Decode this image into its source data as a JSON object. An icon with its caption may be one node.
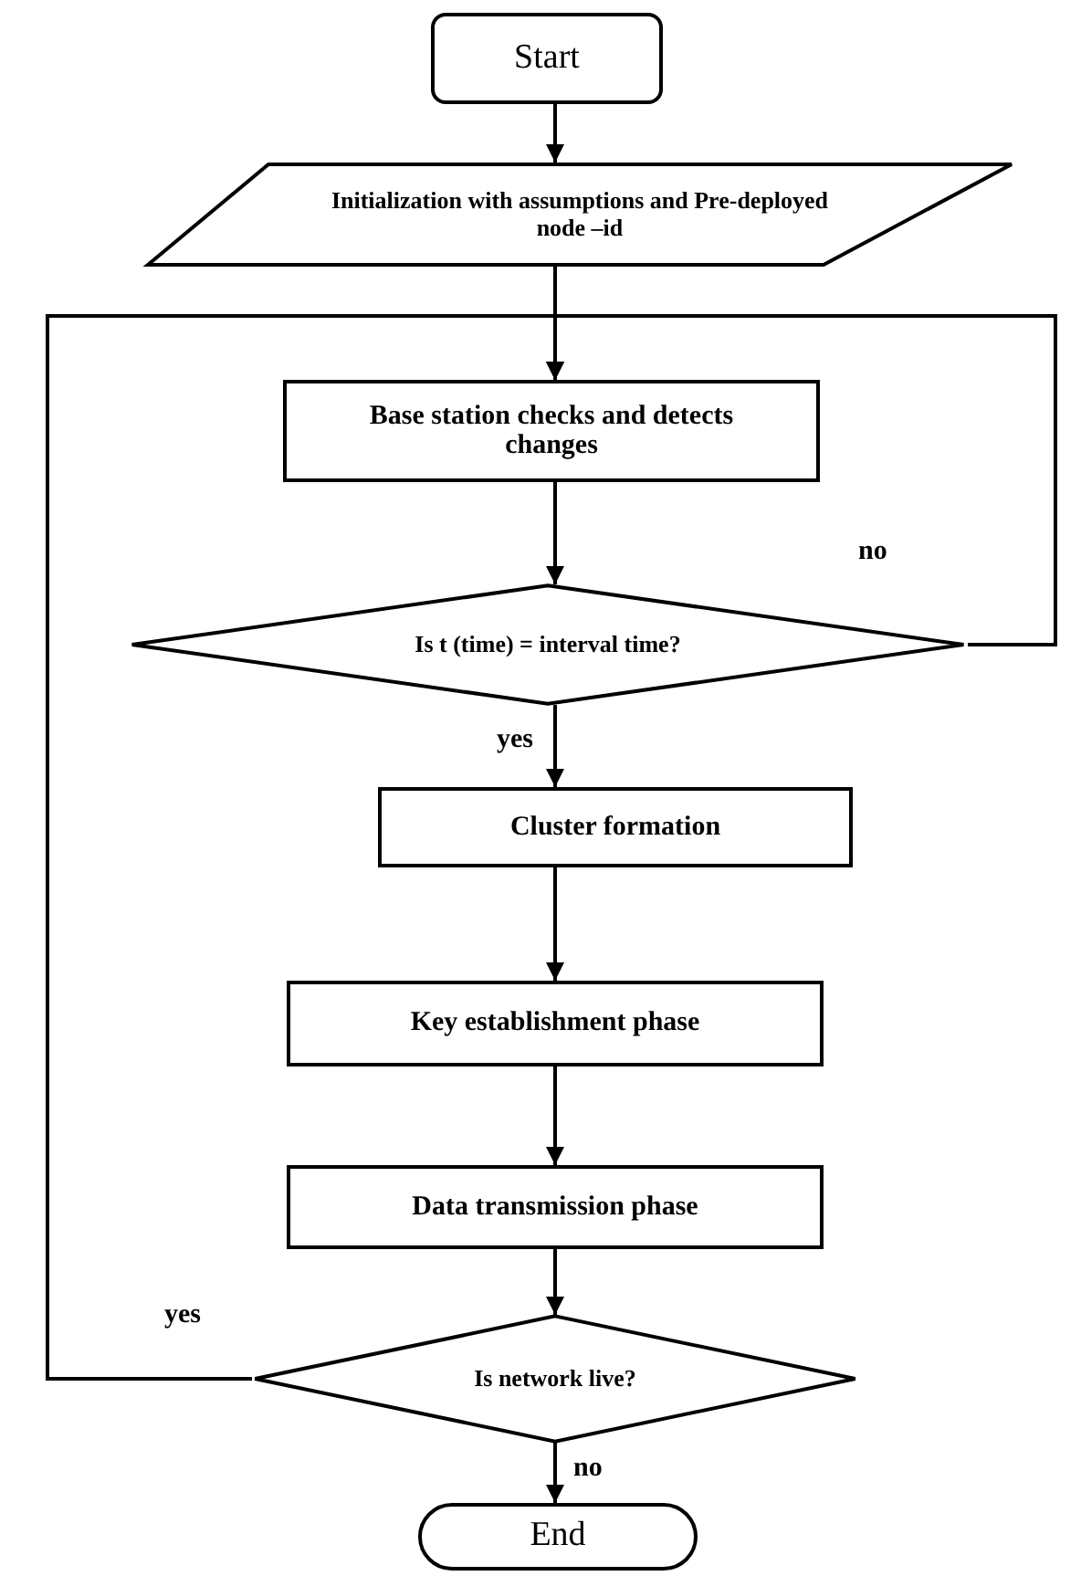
{
  "diagram": {
    "nodes": [
      {
        "text": [
          "Start"
        ]
      },
      {
        "text": [
          "Initialization with assumptions and Pre-deployed node –id"
        ]
      },
      {
        "text": [
          "Base station checks and detects changes"
        ]
      },
      {
        "text": [
          "Is t (time) = interval time?"
        ]
      },
      {
        "text": [
          "Cluster formation"
        ]
      },
      {
        "text": [
          "Key establishment phase"
        ]
      },
      {
        "text": [
          "Data transmission phase"
        ]
      },
      {
        "text": [
          "Is network  live?"
        ]
      },
      {
        "text": [
          "End"
        ]
      }
    ],
    "edges": [
      {
        "from": 0,
        "to": 1,
        "arrow": "to"
      },
      {
        "from": 1,
        "to": 2,
        "arrow": "to"
      },
      {
        "from": 2,
        "to": 3,
        "arrow": "to"
      },
      {
        "from": 3,
        "to": 4,
        "arrow": "to",
        "label": "yes"
      },
      {
        "from": 4,
        "to": 5,
        "arrow": "to"
      },
      {
        "from": 5,
        "to": 6,
        "arrow": "to"
      },
      {
        "from": 6,
        "to": 7,
        "arrow": "to"
      },
      {
        "from": 7,
        "to": 2,
        "arrow": "to",
        "label": "yes"
      },
      {
        "from": 3,
        "to": 2,
        "arrow": "to",
        "label": "no"
      },
      {
        "from": 7,
        "to": 8,
        "arrow": "to",
        "label": "no"
      }
    ]
  }
}
